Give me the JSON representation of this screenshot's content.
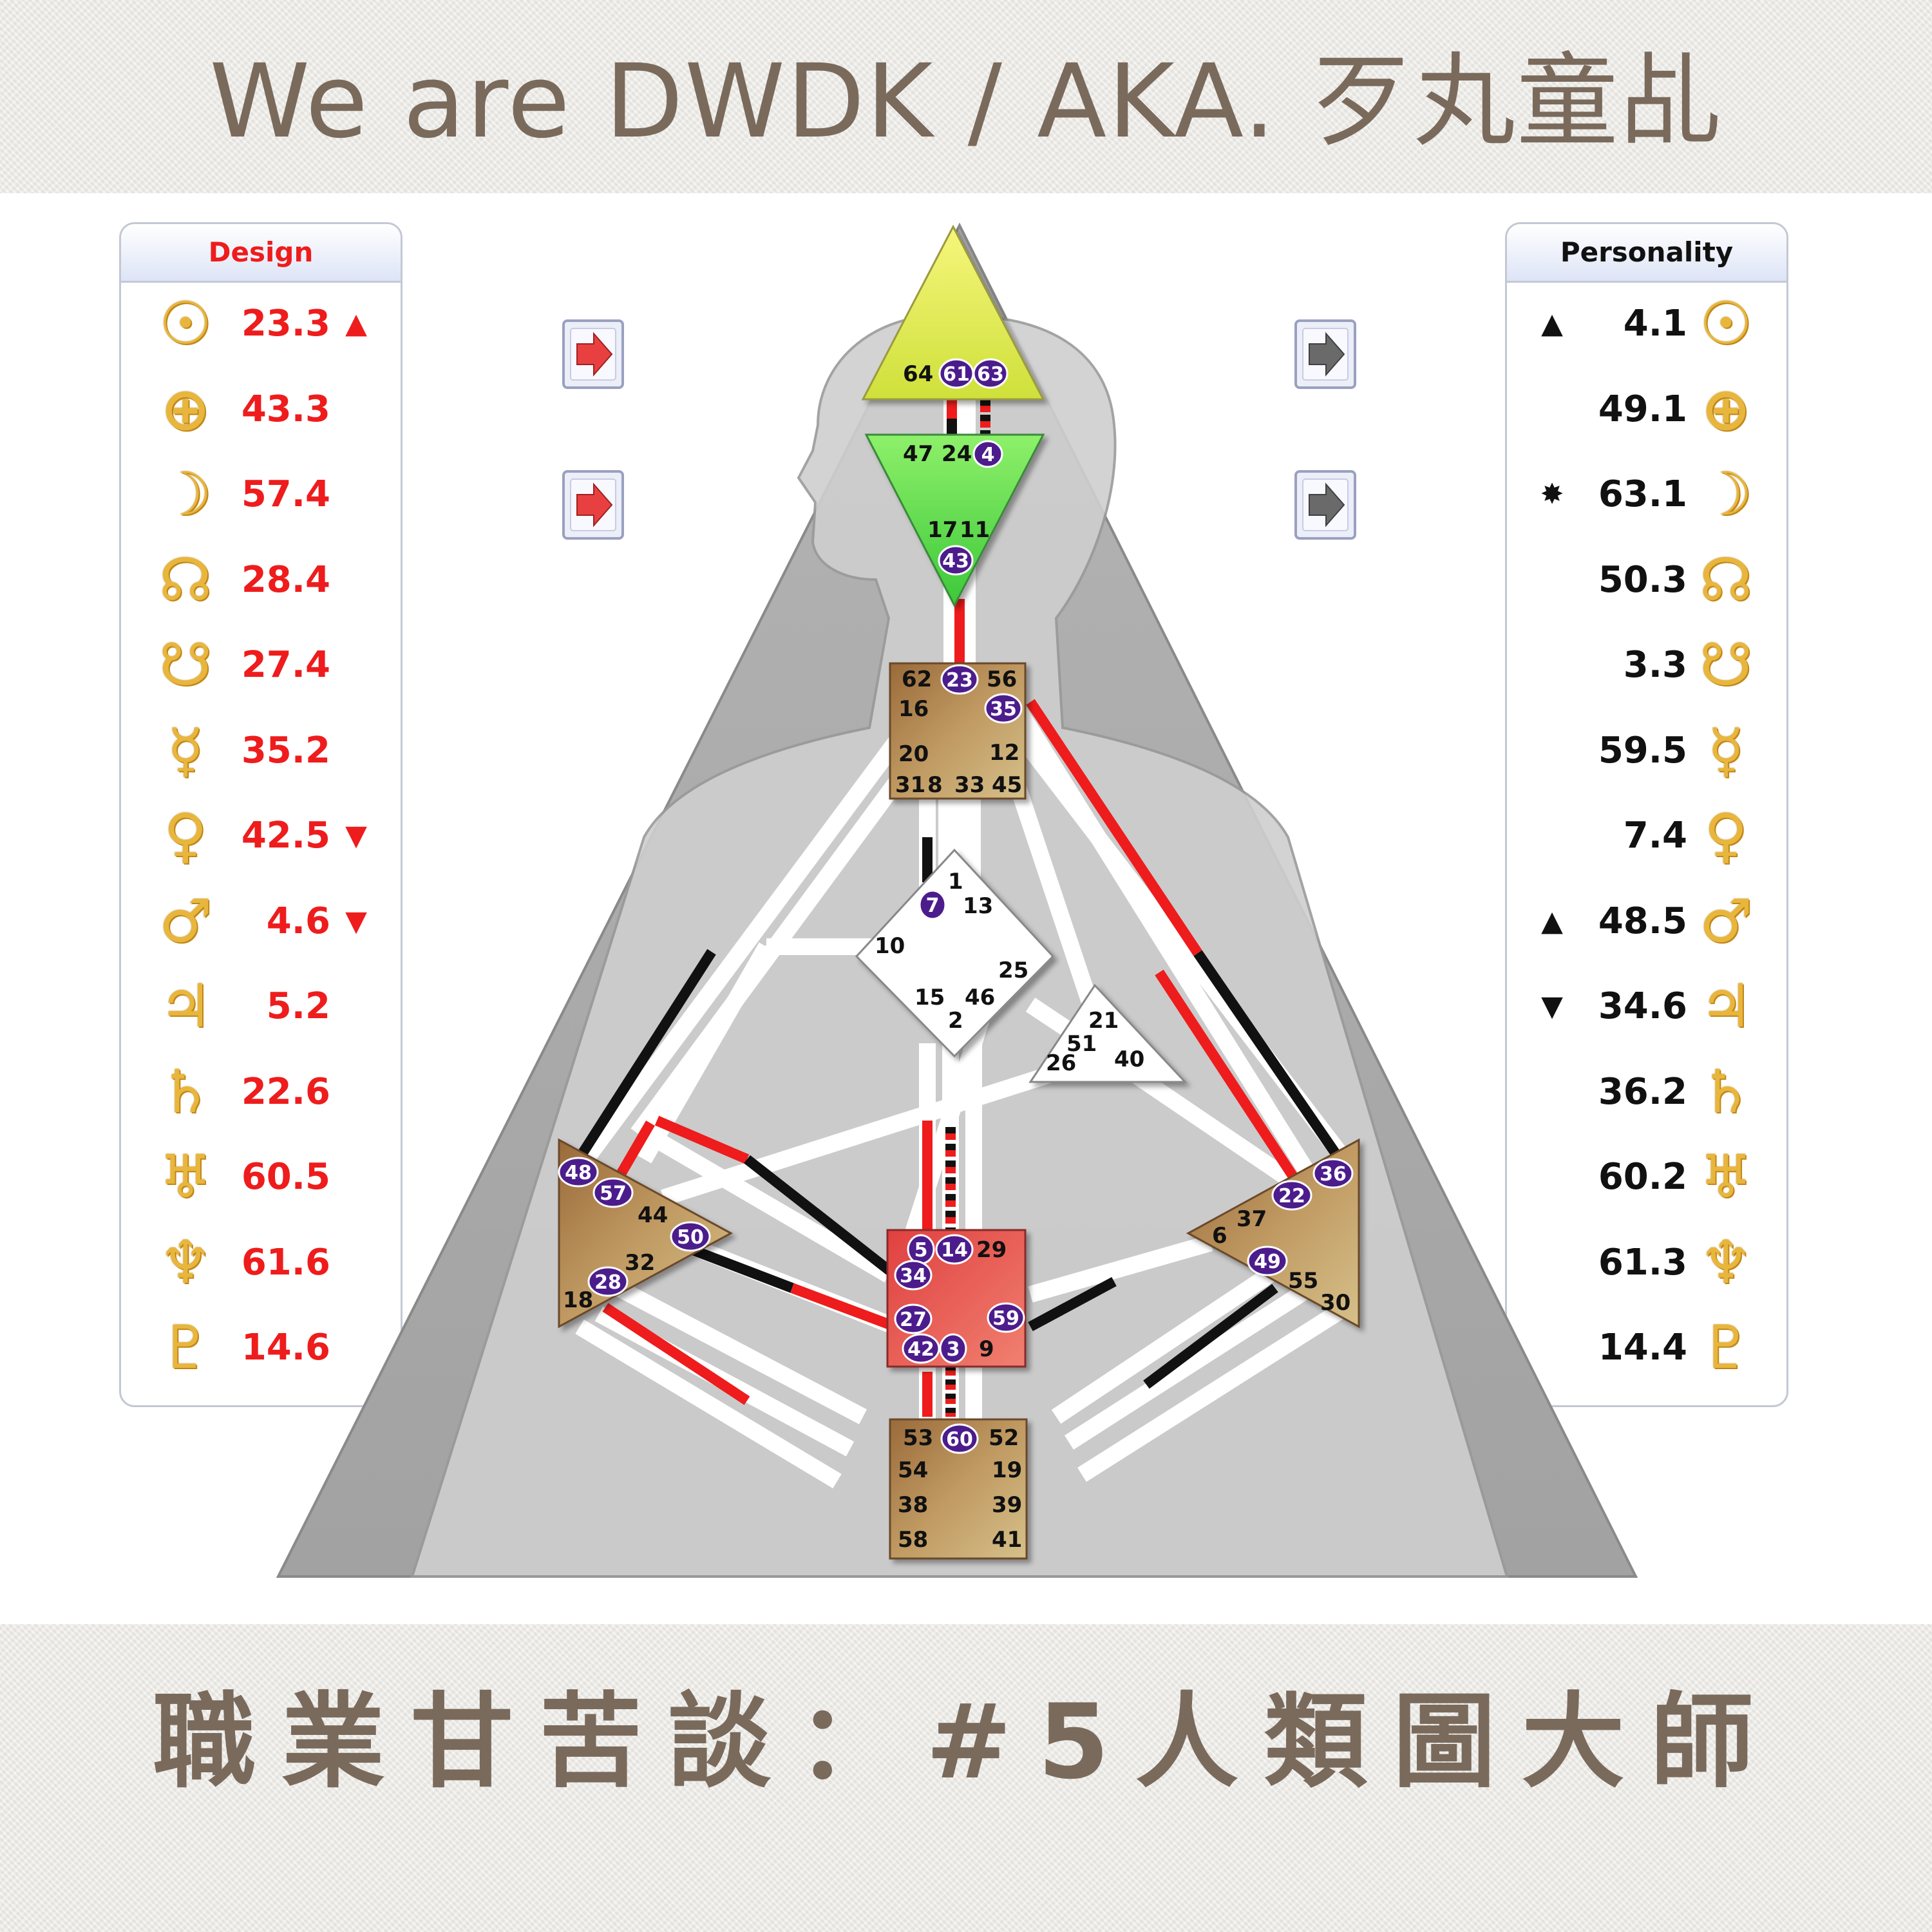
{
  "title": "We are DWDK / AKA. 歹丸童乩",
  "subtitle": "職業甘苦談：#5人類圖大師",
  "design": {
    "header": "Design",
    "rows": [
      {
        "icon": "sun-icon",
        "glyph": "☉",
        "value": "23.3",
        "mark": "▲"
      },
      {
        "icon": "earth-icon",
        "glyph": "⊕",
        "value": "43.3",
        "mark": ""
      },
      {
        "icon": "moon-icon",
        "glyph": "☽",
        "value": "57.4",
        "mark": ""
      },
      {
        "icon": "north-node-icon",
        "glyph": "☊",
        "value": "28.4",
        "mark": ""
      },
      {
        "icon": "south-node-icon",
        "glyph": "☋",
        "value": "27.4",
        "mark": ""
      },
      {
        "icon": "mercury-icon",
        "glyph": "☿",
        "value": "35.2",
        "mark": ""
      },
      {
        "icon": "venus-icon",
        "glyph": "♀",
        "value": "42.5",
        "mark": "▼"
      },
      {
        "icon": "mars-icon",
        "glyph": "♂",
        "value": "4.6",
        "mark": "▼"
      },
      {
        "icon": "jupiter-icon",
        "glyph": "♃",
        "value": "5.2",
        "mark": ""
      },
      {
        "icon": "saturn-icon",
        "glyph": "♄",
        "value": "22.6",
        "mark": ""
      },
      {
        "icon": "uranus-icon",
        "glyph": "♅",
        "value": "60.5",
        "mark": ""
      },
      {
        "icon": "neptune-icon",
        "glyph": "♆",
        "value": "61.6",
        "mark": ""
      },
      {
        "icon": "pluto-icon",
        "glyph": "♇",
        "value": "14.6",
        "mark": ""
      }
    ]
  },
  "personality": {
    "header": "Personality",
    "rows": [
      {
        "icon": "sun-icon",
        "glyph": "☉",
        "value": "4.1",
        "mark": "▲"
      },
      {
        "icon": "earth-icon",
        "glyph": "⊕",
        "value": "49.1",
        "mark": ""
      },
      {
        "icon": "moon-icon",
        "glyph": "☽",
        "value": "63.1",
        "mark": "✸"
      },
      {
        "icon": "north-node-icon",
        "glyph": "☊",
        "value": "50.3",
        "mark": ""
      },
      {
        "icon": "south-node-icon",
        "glyph": "☋",
        "value": "3.3",
        "mark": ""
      },
      {
        "icon": "mercury-icon",
        "glyph": "☿",
        "value": "59.5",
        "mark": ""
      },
      {
        "icon": "venus-icon",
        "glyph": "♀",
        "value": "7.4",
        "mark": ""
      },
      {
        "icon": "mars-icon",
        "glyph": "♂",
        "value": "48.5",
        "mark": "▲"
      },
      {
        "icon": "jupiter-icon",
        "glyph": "♃",
        "value": "34.6",
        "mark": "▼"
      },
      {
        "icon": "saturn-icon",
        "glyph": "♄",
        "value": "36.2",
        "mark": ""
      },
      {
        "icon": "uranus-icon",
        "glyph": "♅",
        "value": "60.2",
        "mark": ""
      },
      {
        "icon": "neptune-icon",
        "glyph": "♆",
        "value": "61.3",
        "mark": ""
      },
      {
        "icon": "pluto-icon",
        "glyph": "♇",
        "value": "14.4",
        "mark": ""
      }
    ]
  },
  "colors": {
    "design": "#ee1c1c",
    "personality": "#111111",
    "glyph": "#e8b63c",
    "head_center": "#e4ec4c",
    "ajna_center": "#6ce04c",
    "sacral_center": "#e0504c",
    "brown_center": "#b8905a",
    "gate_badge": "#4c1c8c"
  },
  "gates": {
    "head": {
      "plain": [
        "64"
      ],
      "active": [
        "61",
        "63"
      ]
    },
    "ajna": {
      "plain": [
        "47",
        "24",
        "17",
        "11"
      ],
      "active": [
        "4",
        "43"
      ]
    },
    "throat": {
      "plain": [
        "62",
        "56",
        "16",
        "20",
        "12",
        "31",
        "8",
        "33",
        "45"
      ],
      "active": [
        "23",
        "35"
      ]
    },
    "g_center": {
      "plain": [
        "1",
        "13",
        "10",
        "25",
        "15",
        "46",
        "2"
      ],
      "active": [
        "7"
      ]
    },
    "ego": {
      "plain": [
        "21",
        "51",
        "26",
        "40"
      ],
      "active": []
    },
    "spleen": {
      "plain": [
        "44",
        "32",
        "18"
      ],
      "active": [
        "48",
        "57",
        "50",
        "28"
      ]
    },
    "solar_plexus": {
      "plain": [
        "6",
        "37",
        "55",
        "30"
      ],
      "active": [
        "36",
        "22",
        "49"
      ]
    },
    "sacral": {
      "plain": [
        "29",
        "9"
      ],
      "active": [
        "5",
        "14",
        "34",
        "27",
        "59",
        "42",
        "3"
      ]
    },
    "root": {
      "plain": [
        "53",
        "52",
        "54",
        "19",
        "38",
        "39",
        "58",
        "41"
      ],
      "active": [
        "60"
      ]
    }
  }
}
